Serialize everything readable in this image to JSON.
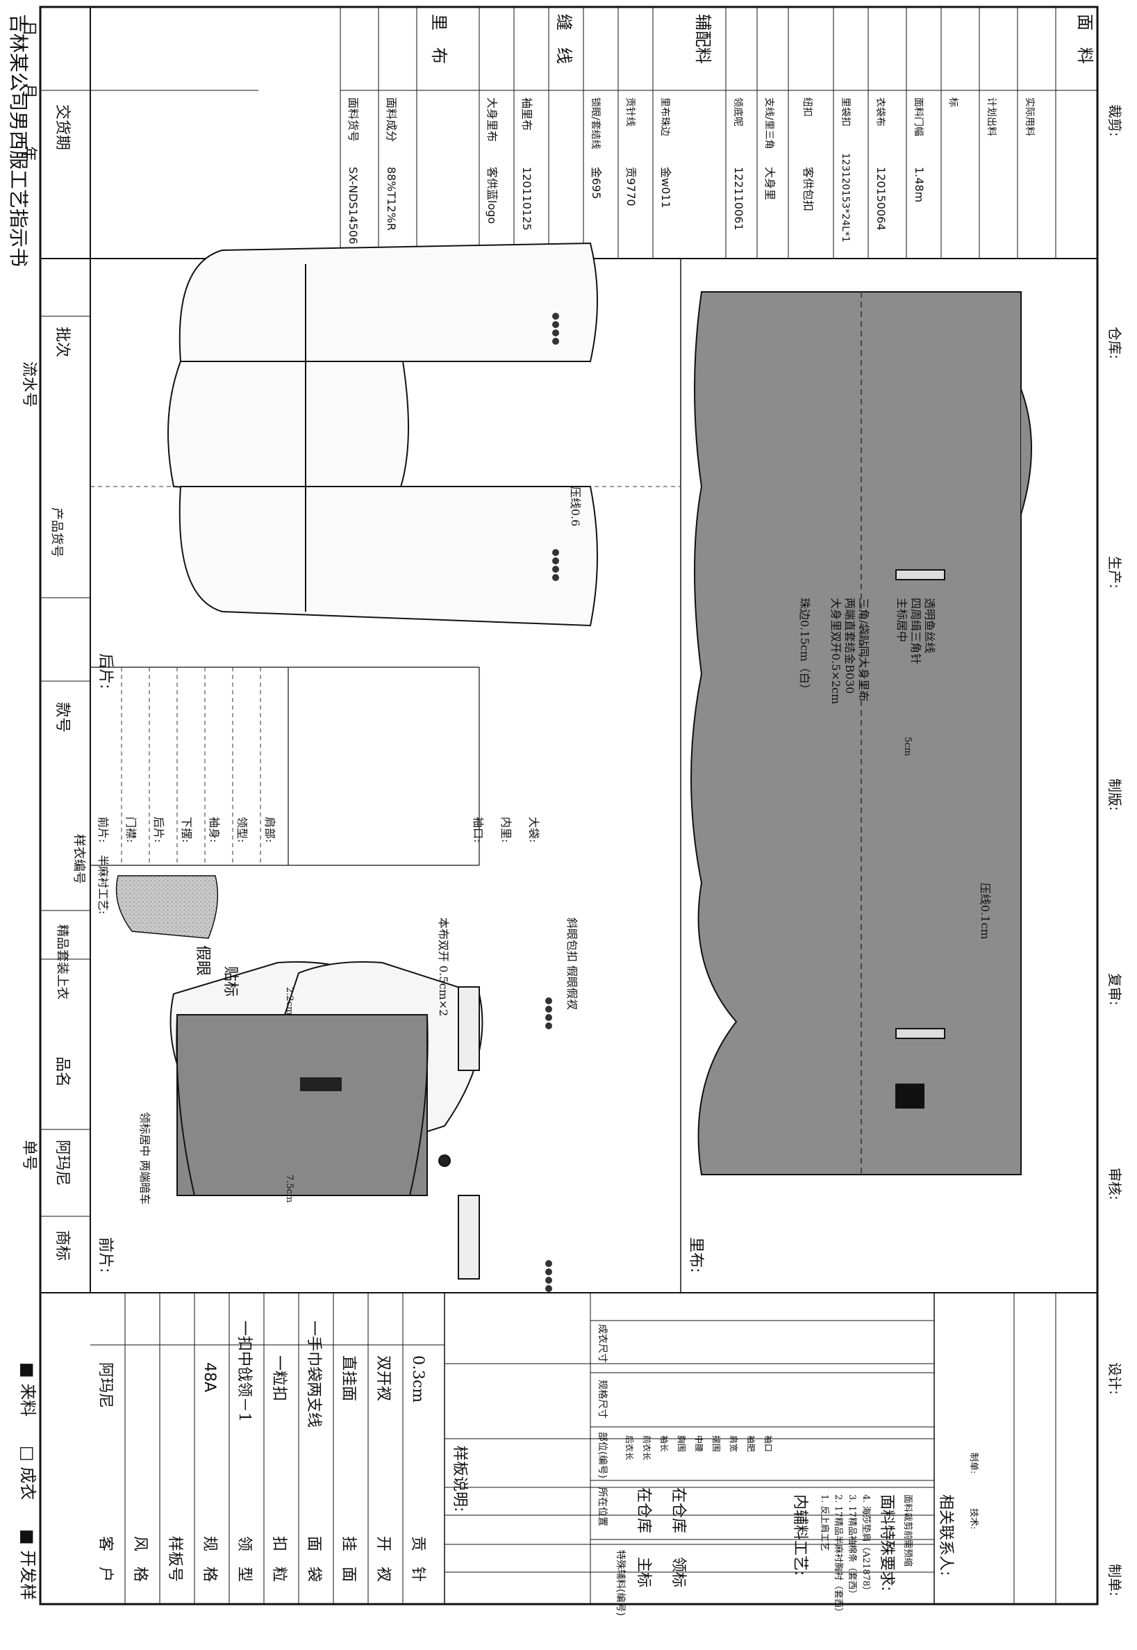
{
  "header": {
    "title": "吉林某公司男西服工艺指示书",
    "types": {
      "dev": "开发样",
      "finished": "成衣",
      "incoming": "来料"
    },
    "order_label": "单号",
    "serial_label": "流水号",
    "date": {
      "year": "年",
      "month": "月",
      "day": "日"
    }
  },
  "meta_strip": {
    "brand_label": "商标",
    "brand_value": "阿玛尼",
    "product_name_label": "品名",
    "product_name_value": "精品套装上衣",
    "sample_no_label": "样衣编号",
    "style_no_label": "款号",
    "product_no_label": "产品货号",
    "batch_label": "批次",
    "delivery_label": "交货期"
  },
  "spec_table": {
    "rows": [
      {
        "label": "客　户",
        "value": "阿玛尼"
      },
      {
        "label": "风　格",
        "value": ""
      },
      {
        "label": "样板号",
        "value": ""
      },
      {
        "label": "规　格",
        "value": "48A"
      },
      {
        "label": "领　型",
        "value": "一扣中戗领－1"
      },
      {
        "label": "扣　粒",
        "value": "一粒扣"
      },
      {
        "label": "面　袋",
        "value": "一手巾袋两支线"
      },
      {
        "label": "挂　面",
        "value": "直挂面"
      },
      {
        "label": "开　衩",
        "value": "双开衩"
      },
      {
        "label": "贡　针",
        "value": "0.3cm"
      }
    ],
    "sample_note_label": "样板说明:"
  },
  "special_accessories": {
    "headers": [
      "特殊辅料(编号)",
      "所在位置",
      "部位(编号)",
      "规格尺寸",
      "成衣尺寸"
    ],
    "items": [
      {
        "name": "主标",
        "location": "在仓库"
      },
      {
        "name": "领标",
        "location": "在仓库"
      }
    ],
    "parts": [
      "后衣长",
      "前衣长",
      "袖长",
      "胸围",
      "中腰",
      "摆围",
      "肩宽",
      "袖肥",
      "袖口"
    ]
  },
  "inner_craft": {
    "title": "内辅料工艺:",
    "items": [
      "1. 反上肩工艺",
      "2. 17精品半麻衬胸衬（套西）",
      "3. 17精品袖棉条（套西）",
      "4. 海莎垫肩（A21878）"
    ]
  },
  "fabric_special": {
    "title": "面料特殊要求:",
    "note": "面料裁剪前需预缩"
  },
  "contacts": {
    "title": "相关联系人:",
    "tech_label": "技术:",
    "maker_label": "制单:"
  },
  "front_panel": {
    "label": "前片:",
    "collar_note": "领标居中 两端暗车",
    "fake_eye": "假眼",
    "patch_label": "贴标",
    "dim_7_5": "7.5cm",
    "dim_2_2": "2.2cm",
    "pocket_note": "本布双开 0.5cm×2",
    "buttonhole_note": "斜眼包扣 假眼假衩"
  },
  "half_canvas": {
    "label": "半麻衬工艺:",
    "parts": [
      "前片:",
      "门襟:",
      "后片:",
      "下摆:",
      "袖身:",
      "领型:",
      "肩部:",
      "袖口:",
      "内里:",
      "大袋:"
    ]
  },
  "back_panel": {
    "label": "后片:",
    "topstitch": "压线0.6"
  },
  "lining": {
    "label": "里布:",
    "piping": "珠边0.15cm（白）",
    "inner_pocket": [
      "大身里双开0.5×2cm",
      "两端直套结金B030",
      "三角/袋贴同大身里布"
    ],
    "main_label": [
      "主标居中",
      "四周缉三角针",
      "透明鱼丝线"
    ],
    "dim_5cm": "5cm",
    "topstitch": "压线0.1cm"
  },
  "materials": {
    "fabric_title": "面　料",
    "fabric_rows": [
      {
        "label": "面料货号",
        "value": "SX-NDS14506"
      },
      {
        "label": "面料成分",
        "value": "88%T12%R"
      }
    ],
    "lining_title": "里　布",
    "lining_rows": [
      {
        "label": "大身里布",
        "value": "客供蓝logo"
      },
      {
        "label": "袖里布",
        "value": "120110125"
      }
    ],
    "sewing_title": "缝　线",
    "sewing_rows": [
      {
        "label": "锁眼/套结线",
        "value": "金695"
      },
      {
        "label": "贡针线",
        "value": "贡9770"
      },
      {
        "label": "里布珠边",
        "value": "金w011"
      }
    ],
    "aux_title": "辅配料",
    "aux_rows": [
      {
        "label": "领底呢",
        "value": "122110061"
      },
      {
        "label": "支线/里三角",
        "value": "大身里"
      },
      {
        "label": "纽扣",
        "value": "客供包扣"
      },
      {
        "label": "里袋扣",
        "value": "123120153*24L*1"
      },
      {
        "label": "衣袋布",
        "value": "120150064"
      },
      {
        "label": "面料门幅",
        "value": "1.48m"
      },
      {
        "label": "标",
        "value": ""
      },
      {
        "label": "计划出料",
        "value": ""
      },
      {
        "label": "实际用料",
        "value": ""
      }
    ]
  },
  "footer": {
    "signatures": [
      "制单:",
      "设计:",
      "审核:",
      "复审:",
      "制版:",
      "生产:",
      "仓库:",
      "裁剪:"
    ]
  }
}
